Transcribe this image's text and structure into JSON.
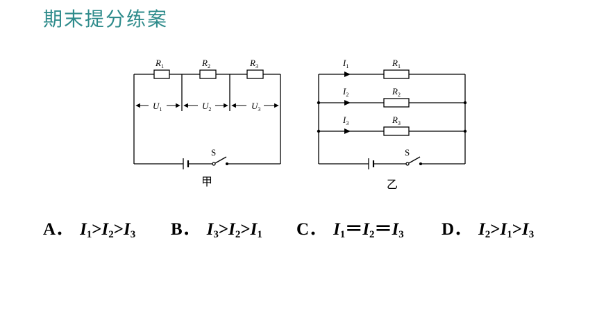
{
  "header": {
    "title": "期末提分练案"
  },
  "figure_jia": {
    "caption": "甲",
    "resistors": [
      {
        "name": "R",
        "sub": "1"
      },
      {
        "name": "R",
        "sub": "2"
      },
      {
        "name": "R",
        "sub": "3"
      }
    ],
    "voltages": [
      {
        "name": "U",
        "sub": "1"
      },
      {
        "name": "U",
        "sub": "2"
      },
      {
        "name": "U",
        "sub": "3"
      }
    ],
    "switch_label": "S"
  },
  "figure_yi": {
    "caption": "乙",
    "branches": [
      {
        "current": "I",
        "current_sub": "1",
        "resistor": "R",
        "resistor_sub": "1"
      },
      {
        "current": "I",
        "current_sub": "2",
        "resistor": "R",
        "resistor_sub": "2"
      },
      {
        "current": "I",
        "current_sub": "3",
        "resistor": "R",
        "resistor_sub": "3"
      }
    ],
    "switch_label": "S"
  },
  "options": [
    {
      "letter": "A．",
      "a": "I",
      "as": "1",
      "op1": ">",
      "b": "I",
      "bs": "2",
      "op2": ">",
      "c": "I",
      "cs": "3"
    },
    {
      "letter": "B．",
      "a": "I",
      "as": "3",
      "op1": ">",
      "b": "I",
      "bs": "2",
      "op2": ">",
      "c": "I",
      "cs": "1"
    },
    {
      "letter": "C．",
      "a": "I",
      "as": "1",
      "op1": "＝",
      "b": "I",
      "bs": "2",
      "op2": "＝",
      "c": "I",
      "cs": "3"
    },
    {
      "letter": "D．",
      "a": "I",
      "as": "2",
      "op1": ">",
      "b": "I",
      "bs": "1",
      "op2": ">",
      "c": "I",
      "cs": "3"
    }
  ]
}
